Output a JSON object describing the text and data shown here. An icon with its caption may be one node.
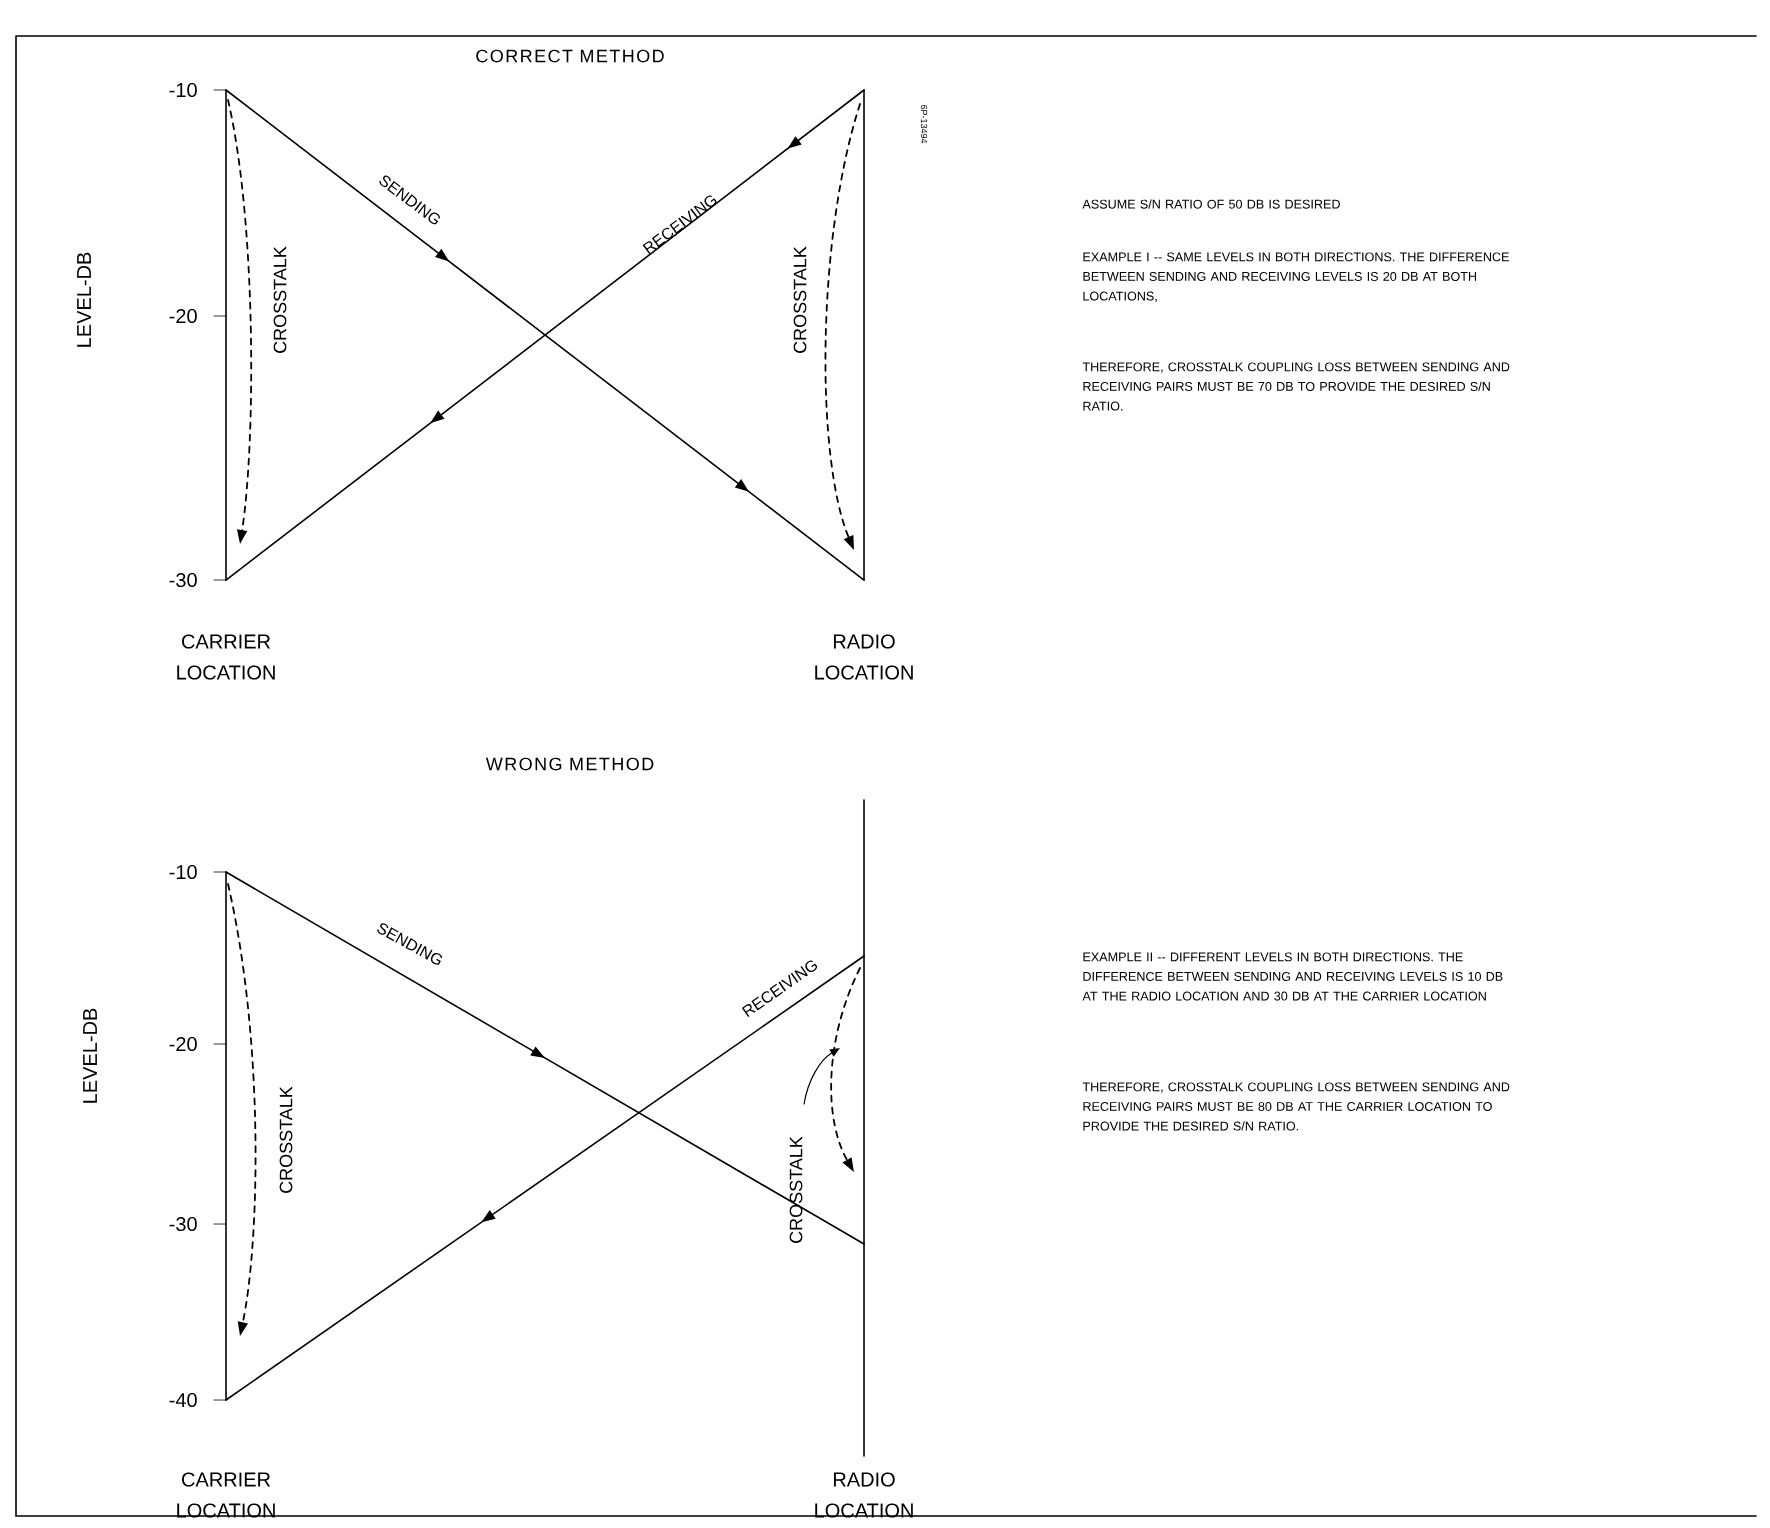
{
  "diagram": {
    "labels": [
      "CORRECT METHOD",
      "-10",
      "SENDING",
      "RECEIVING",
      "6P-13494",
      "LEVEL-DB",
      "CROSSTALK",
      "CROSSTALK",
      "-20",
      "-30",
      "CARRIER LOCATION",
      "RADIO LOCATION",
      "ASSUME S/N RATIO OF 50 DB IS DESIRED",
      "EXAMPLE I -- SAME LEVELS IN BOTH DIRECTIONS. THE DIFFERENCE BETWEEN SENDING AND RECEIVING LEVELS IS 20 DB AT BOTH LOCATIONS,",
      "THEREFORE, CROSSTALK COUPLING LOSS BETWEEN SENDING AND RECEIVING PAIRS MUST BE 70 DB TO PROVIDE THE DESIRED S/N RATIO.",
      "WRONG METHOD",
      "-10",
      "SENDING",
      "-20",
      "RECEIVING",
      "LEVEL-DB",
      "CROSSTALK",
      "-30",
      "CROSSTALK",
      "-40",
      "CARRIER LOCATION",
      "RADIO LOCATION",
      "EXAMPLE II -- DIFFERENT LEVELS IN BOTH DIRECTIONS. THE DIFFERENCE BETWEEN SENDING AND RECEIVING LEVELS IS 10 DB AT THE RADIO LOCATION AND 30 DB AT THE CARRIER LOCATION",
      "THEREFORE, CROSSTALK COUPLING LOSS BETWEEN SENDING AND RECEIVING PAIRS MUST BE 80 DB AT THE CARRIER LOCATION TO PROVIDE THE DESIRED S/N RATIO."
    ]
  }
}
